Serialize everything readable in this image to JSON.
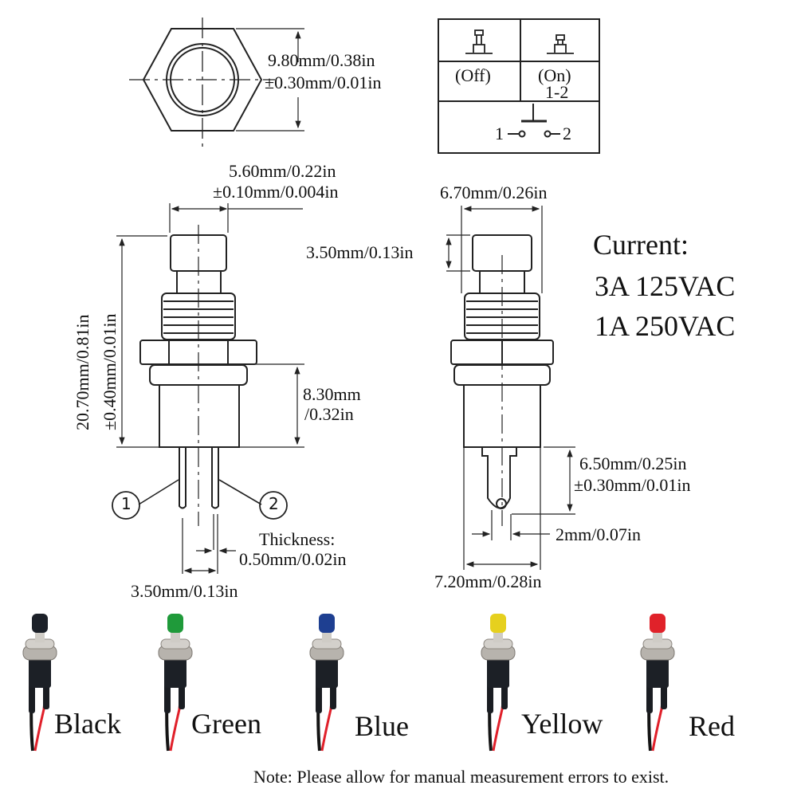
{
  "top_view": {
    "hex_width_line1": "9.80mm/0.38in",
    "hex_width_line2": "±0.30mm/0.01in"
  },
  "switch_table": {
    "off_label": "(Off)",
    "on_label": "(On)",
    "on_contacts": "1-2",
    "terminal_left": "1",
    "terminal_right": "2"
  },
  "front_view": {
    "cap_width_line1": "5.60mm/0.22in",
    "cap_width_line2": "±0.10mm/0.004in",
    "total_height_line1": "20.70mm/0.81in",
    "total_height_line2": "±0.40mm/0.01in",
    "body_height_line1": "8.30mm",
    "body_height_line2": "/0.32in",
    "pin1_label": "1",
    "pin2_label": "2",
    "thickness_line1": "Thickness:",
    "thickness_line2": "0.50mm/0.02in",
    "pin_spacing": "3.50mm/0.13in"
  },
  "side_view": {
    "thread_width": "6.70mm/0.26in",
    "cap_height": "3.50mm/0.13in",
    "terminal_length_line1": "6.50mm/0.25in",
    "terminal_length_line2": "±0.30mm/0.01in",
    "terminal_width": "2mm/0.07in",
    "body_width": "7.20mm/0.28in"
  },
  "specs": {
    "title": "Current:",
    "rating1": "3A 125VAC",
    "rating2": "1A 250VAC"
  },
  "variants": [
    {
      "label": "Black",
      "cap_color": "#1c2129"
    },
    {
      "label": "Green",
      "cap_color": "#1f9a3a"
    },
    {
      "label": "Blue",
      "cap_color": "#1e3f91"
    },
    {
      "label": "Yellow",
      "cap_color": "#e6d01e"
    },
    {
      "label": "Red",
      "cap_color": "#e0222a"
    }
  ],
  "note": "Note: Please allow for manual measurement errors to exist."
}
